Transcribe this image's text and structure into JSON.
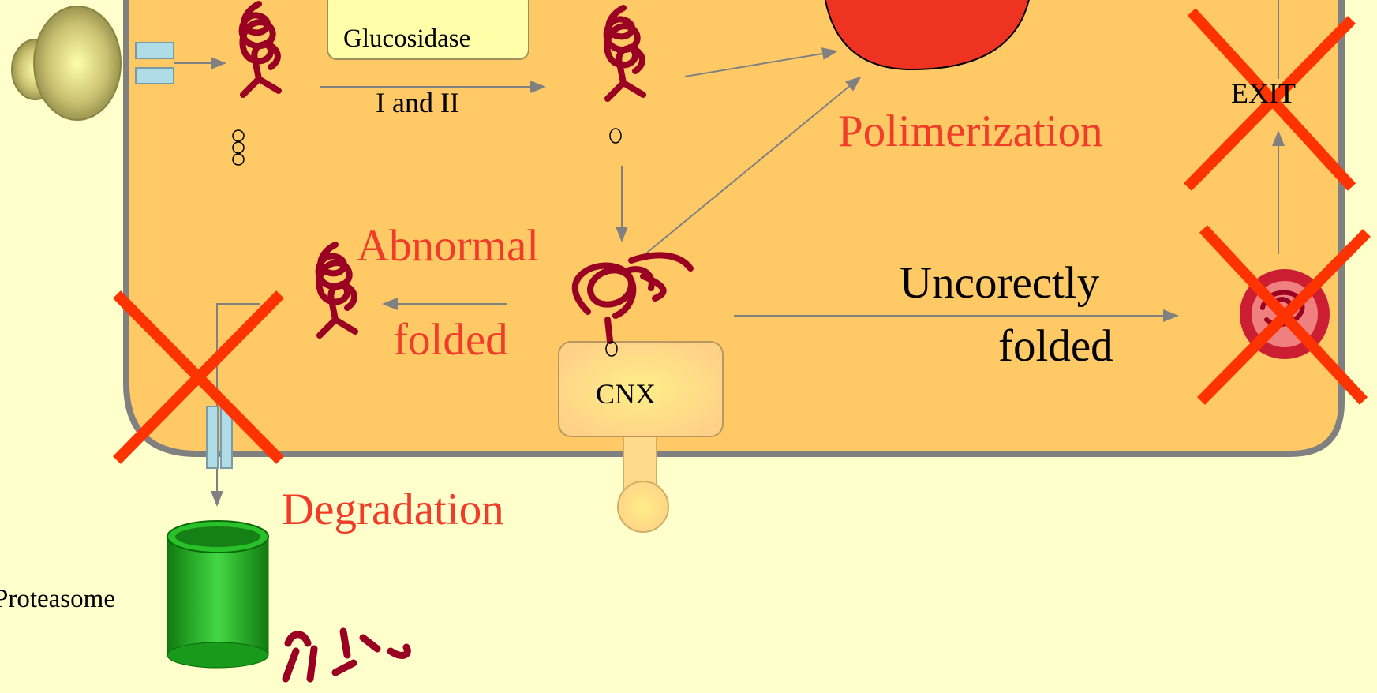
{
  "labels": {
    "glucosidase": "Glucosidase",
    "i_and_ii": "I and II",
    "polimerization": "Polimerization",
    "exit": "EXIT",
    "abnormal": "Abnormal",
    "folded_abnormal": "folded",
    "uncorrectly": "Uncorectly",
    "folded_uncorrect": "folded",
    "cnx": "CNX",
    "degradation": "Degradation",
    "proteasome": "Proteasome"
  },
  "colors": {
    "background": "#ffffcc",
    "er_lumen": "#ffc966",
    "er_border": "#808080",
    "label_red": "#f03c28",
    "protein": "#990022",
    "cross": "#ff3300",
    "proteasome": "#1faa1f"
  }
}
